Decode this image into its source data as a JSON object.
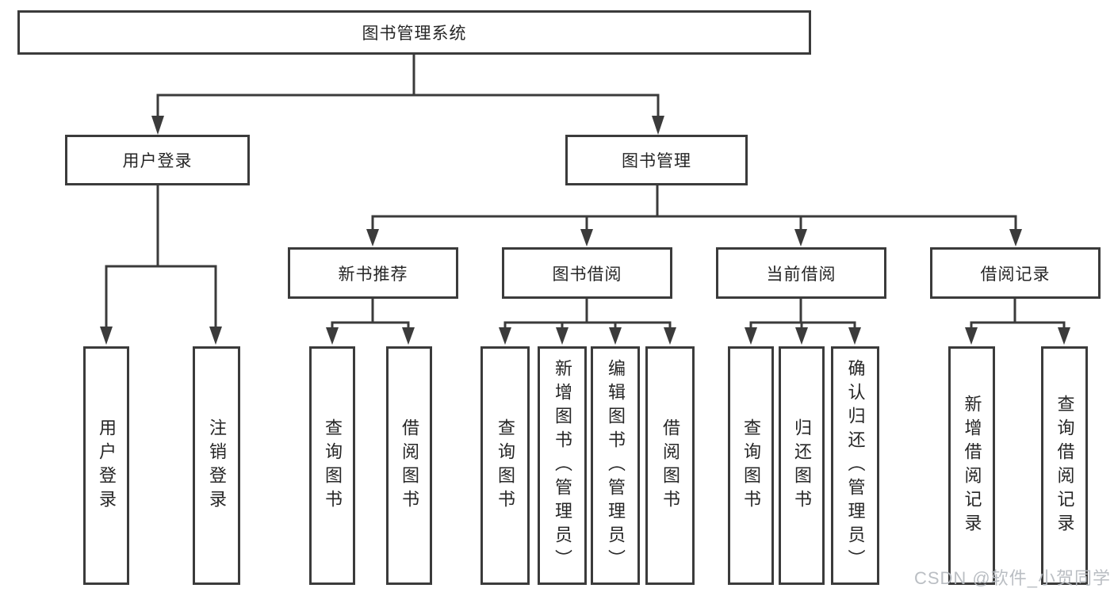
{
  "colors": {
    "line": "#3b3b3b",
    "text": "#262626",
    "watermark": "#b6bac0",
    "background": "#ffffff"
  },
  "watermark": {
    "text": "CSDN @软件_小贺同学"
  },
  "tree": {
    "root": {
      "label": "图书管理系统",
      "children": [
        {
          "label": "用户登录",
          "children": [
            {
              "label": "用户登录"
            },
            {
              "label": "注销登录"
            }
          ]
        },
        {
          "label": "图书管理",
          "children": [
            {
              "label": "新书推荐",
              "children": [
                {
                  "label": "查询图书"
                },
                {
                  "label": "借阅图书"
                }
              ]
            },
            {
              "label": "图书借阅",
              "children": [
                {
                  "label": "查询图书"
                },
                {
                  "label": "新增图书（管理员）"
                },
                {
                  "label": "编辑图书（管理员）"
                },
                {
                  "label": "借阅图书"
                }
              ]
            },
            {
              "label": "当前借阅",
              "children": [
                {
                  "label": "查询图书"
                },
                {
                  "label": "归还图书"
                },
                {
                  "label": "确认归还（管理员）"
                }
              ]
            },
            {
              "label": "借阅记录",
              "children": [
                {
                  "label": "新增借阅记录"
                },
                {
                  "label": "查询借阅记录"
                }
              ]
            }
          ]
        }
      ]
    }
  }
}
